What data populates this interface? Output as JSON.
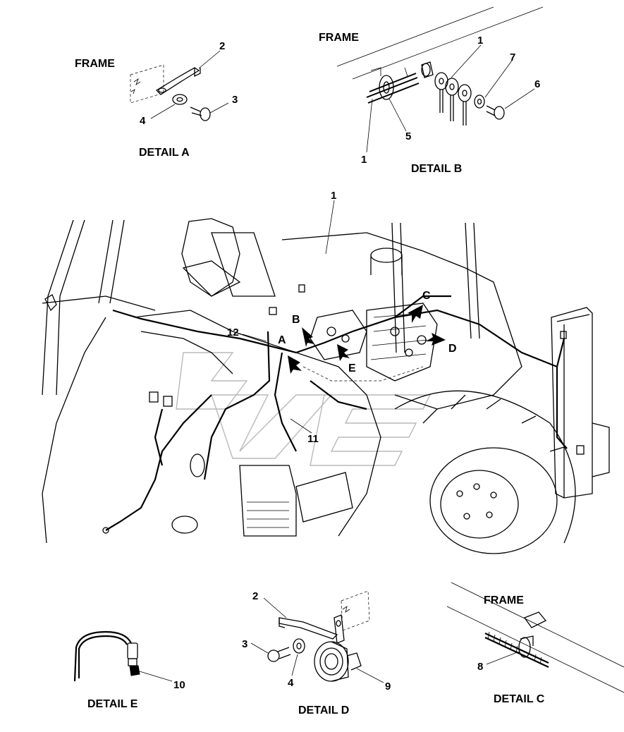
{
  "details": {
    "a": {
      "title": "DETAIL A",
      "frame_label": "FRAME",
      "callouts": [
        "2",
        "3",
        "4"
      ]
    },
    "b": {
      "title": "DETAIL B",
      "frame_label": "FRAME",
      "callouts": [
        "1",
        "7",
        "6",
        "5",
        "1"
      ]
    },
    "c": {
      "title": "DETAIL C",
      "frame_label": "FRAME",
      "callouts": [
        "8"
      ]
    },
    "d": {
      "title": "DETAIL D",
      "callouts": [
        "2",
        "3",
        "4",
        "9"
      ]
    },
    "e": {
      "title": "DETAIL E",
      "callouts": [
        "10"
      ]
    }
  },
  "main_view": {
    "callouts": [
      "1",
      "12",
      "11"
    ],
    "detail_markers": [
      "A",
      "B",
      "C",
      "D",
      "E"
    ]
  }
}
